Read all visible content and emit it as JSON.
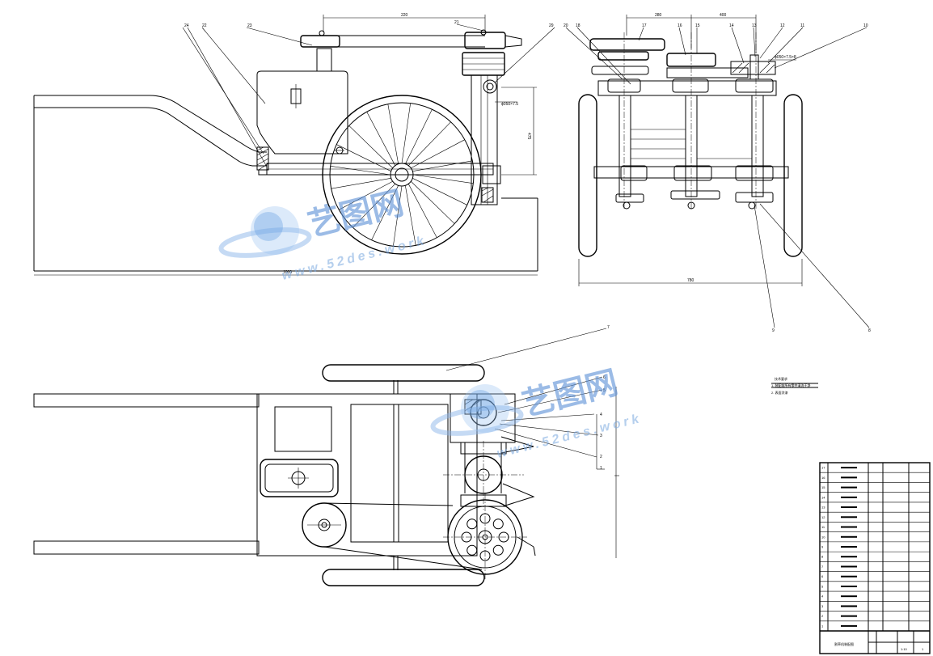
{
  "drawing": {
    "front_view": {
      "dimensions": {
        "top": "220",
        "bottom": "1000",
        "right_vertical": "475"
      },
      "note": "ϕ050×7.5",
      "part_labels": [
        "24",
        "22",
        "23",
        "21",
        "29"
      ]
    },
    "side_view": {
      "dimensions": {
        "top_left": "280",
        "top_right": "400",
        "bottom": "780"
      },
      "note": "ϕ050×7.5×8",
      "part_labels": [
        "20",
        "18",
        "17",
        "16",
        "15",
        "14",
        "13",
        "12",
        "11",
        "10",
        "9",
        "8"
      ]
    },
    "plan_view": {
      "part_labels": [
        "7",
        "6",
        "5",
        "4",
        "3",
        "2",
        "1"
      ]
    },
    "notes": {
      "heading": "技术要求",
      "line": "1. 装配前所有零件清洗干净",
      "sub": "2. 表面涂漆"
    }
  },
  "watermark": {
    "brand": "艺图网",
    "url": "www.52des.work"
  },
  "title_block": {
    "rows": [
      "17",
      "16",
      "15",
      "14",
      "13",
      "12",
      "11",
      "10",
      "9",
      "8",
      "7",
      "6",
      "5",
      "4",
      "3",
      "2",
      "1"
    ],
    "title": "割草机装配图",
    "scale": "1:10",
    "sheet": "1"
  }
}
